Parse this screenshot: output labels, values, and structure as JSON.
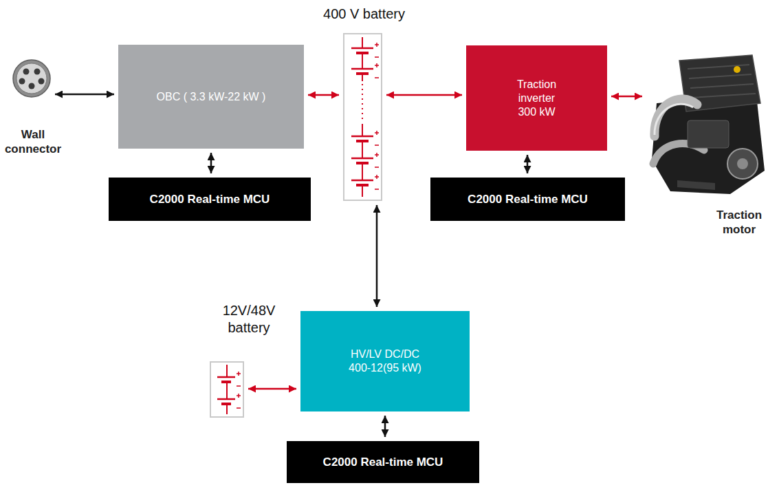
{
  "diagram": {
    "nodes": [
      {
        "text": [
          "Wall connector"
        ]
      },
      {
        "text": [
          "OBC ( 3.3 kW-22 kW )"
        ]
      },
      {
        "text": [
          "400 V battery"
        ]
      },
      {
        "text": [
          "Traction inverter 300 kW"
        ]
      },
      {
        "text": [
          "Traction motor"
        ]
      },
      {
        "text": [
          "C2000 Real-time MCU"
        ]
      },
      {
        "text": [
          "C2000 Real-time MCU"
        ]
      },
      {
        "text": [
          "12V/48V battery"
        ]
      },
      {
        "text": [
          "HV/LV DC/DC 400-12(95 kW)"
        ]
      },
      {
        "text": [
          "C2000 Real-time MCU"
        ]
      }
    ],
    "edges": [
      {
        "from": 0,
        "to": 1,
        "arrow": "both"
      },
      {
        "from": 1,
        "to": 2,
        "arrow": "both"
      },
      {
        "from": 2,
        "to": 3,
        "arrow": "both"
      },
      {
        "from": 3,
        "to": 4,
        "arrow": "both"
      },
      {
        "from": 1,
        "to": 5,
        "arrow": "both"
      },
      {
        "from": 3,
        "to": 6,
        "arrow": "both"
      },
      {
        "from": 2,
        "to": 8,
        "arrow": "both"
      },
      {
        "from": 7,
        "to": 8,
        "arrow": "both"
      },
      {
        "from": 8,
        "to": 9,
        "arrow": "both"
      }
    ]
  }
}
